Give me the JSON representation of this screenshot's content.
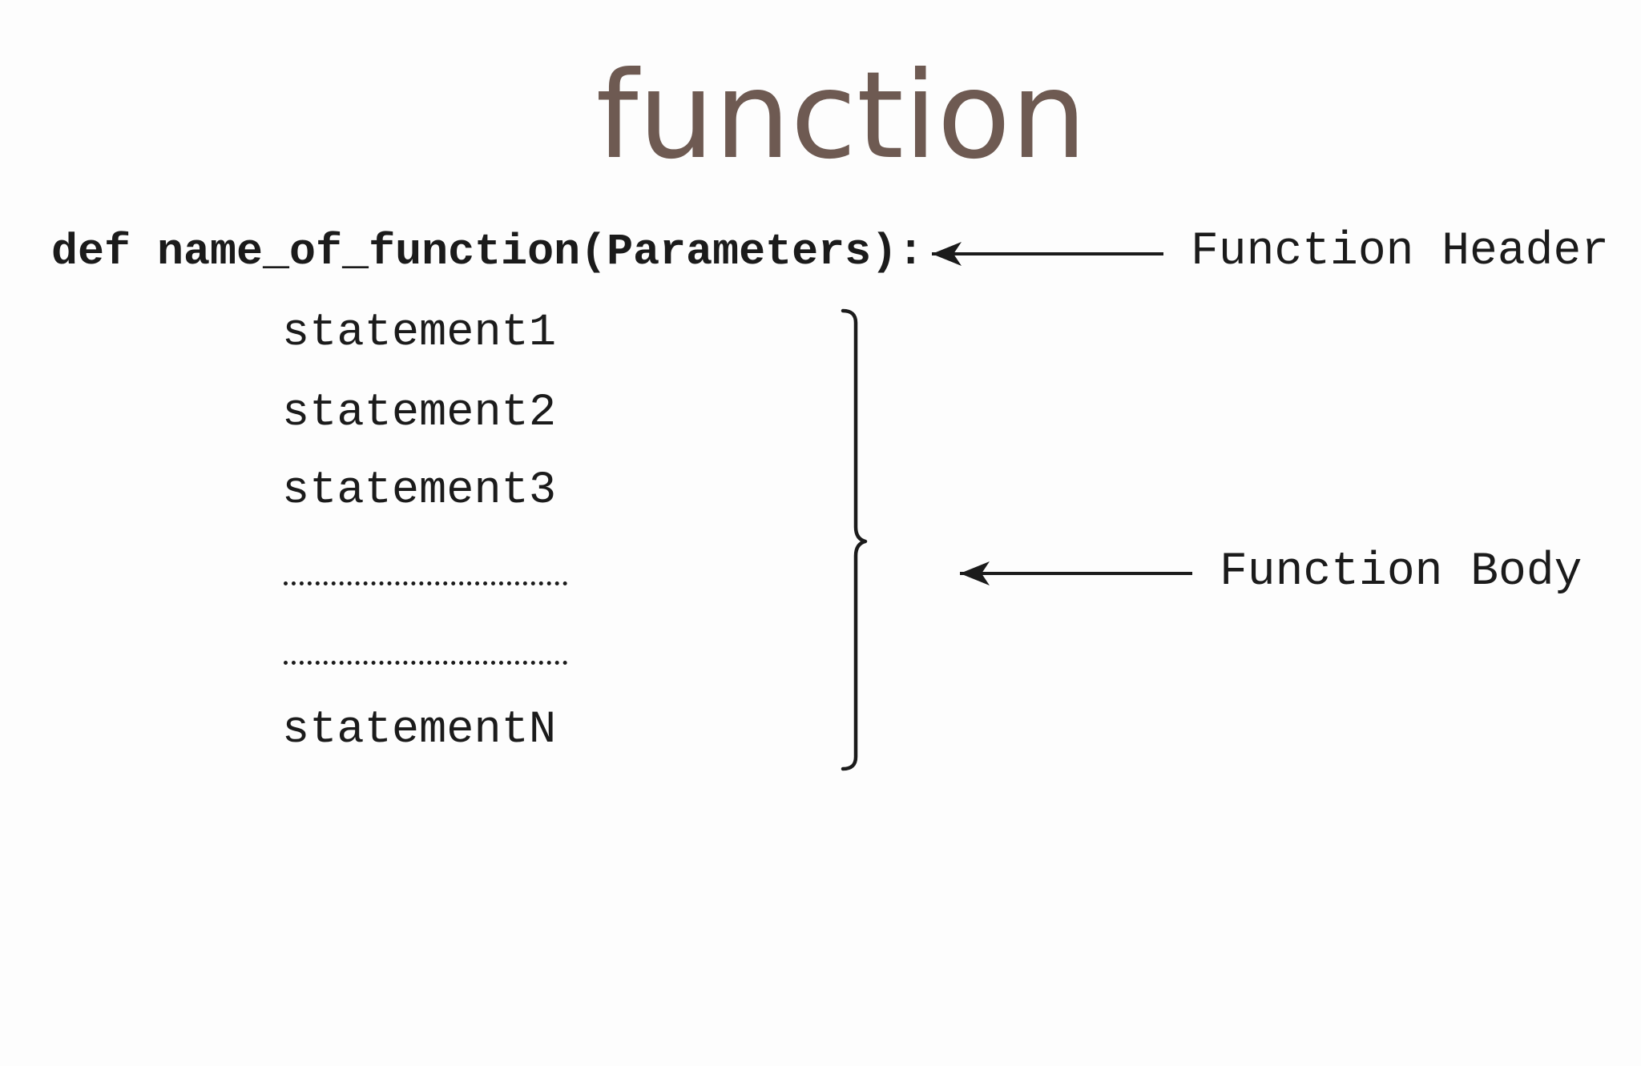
{
  "title": "function",
  "header_line": "def name_of_function(Parameters):",
  "statements": [
    "statement1",
    "statement2",
    "statement3"
  ],
  "last_statement": "statementN",
  "labels": {
    "header": "Function Header",
    "body": "Function Body"
  }
}
